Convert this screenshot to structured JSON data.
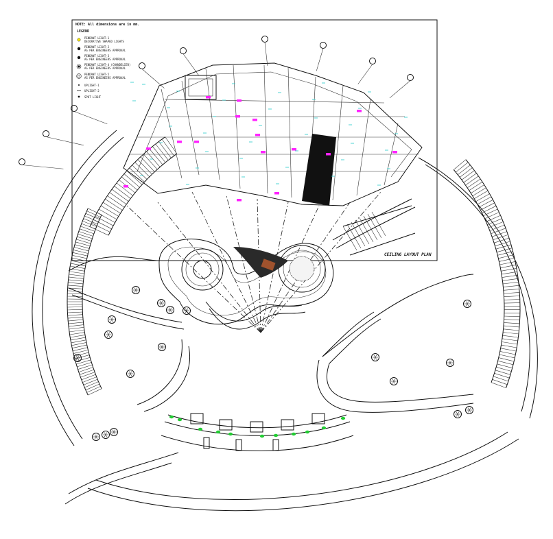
{
  "drawing": {
    "note_header": "NOTE: All dimensions are in mm.",
    "legend_title": "LEGEND",
    "legend_items": [
      {
        "symbol": "yellow-dot-icon",
        "line1": "PENDANT LIGHT-1",
        "line2": "DECORATIVE SHAPED LIGHTS",
        "color": "#f5e600"
      },
      {
        "symbol": "filled-dot-icon",
        "line1": "PENDANT LIGHT-2",
        "line2": "AS PER ENGINEERS APPROVAL",
        "color": "#111111"
      },
      {
        "symbol": "filled-dot-icon",
        "line1": "PENDANT LIGHT-3",
        "line2": "AS PER ENGINEERS APPROVAL",
        "color": "#111111"
      },
      {
        "symbol": "ringed-dot-icon",
        "line1": "PENDANT LIGHT-4 (CHANDELIER)",
        "line2": "AS PER ENGINEERS APPROVAL",
        "color": "#111111"
      },
      {
        "symbol": "ringed-circle-icon",
        "line1": "PENDANT LIGHT-5",
        "line2": "AS PER ENGINEERS APPROVAL",
        "color": "#111111"
      },
      {
        "symbol": "small-dot-icon",
        "line1": "UPLIGHT-1",
        "line2": "",
        "color": "#111111"
      },
      {
        "symbol": "dash-icon",
        "line1": "UPLIGHT-2",
        "line2": "",
        "color": "#111111"
      },
      {
        "symbol": "star-dot-icon",
        "line1": "SPOT LIGHT",
        "line2": "",
        "color": "#111111"
      }
    ],
    "caption": "CEILING LAYOUT PLAN",
    "colors": {
      "line": "#111111",
      "magenta_tag": "#ff22ff",
      "green_light": "#22cc33",
      "cyan_light": "#22cccc",
      "brown_feature": "#a0522d",
      "yellow_light": "#f5e600"
    }
  }
}
